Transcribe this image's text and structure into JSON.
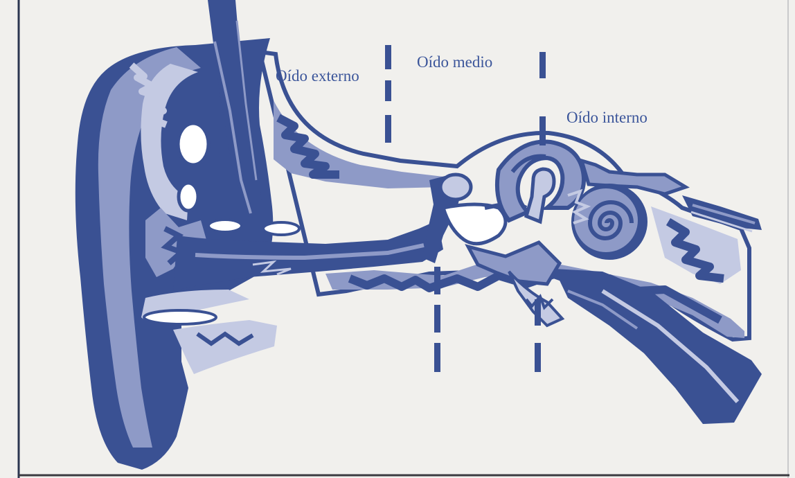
{
  "labels": {
    "outer_ear": "Oído externo",
    "middle_ear": "Oído medio",
    "inner_ear": "Oído interno"
  },
  "colors": {
    "ink": "#3a5193",
    "mid": "#8e9ac7",
    "light": "#c4cae3",
    "paper": "#f1f0ed",
    "label": "#3b559a"
  }
}
